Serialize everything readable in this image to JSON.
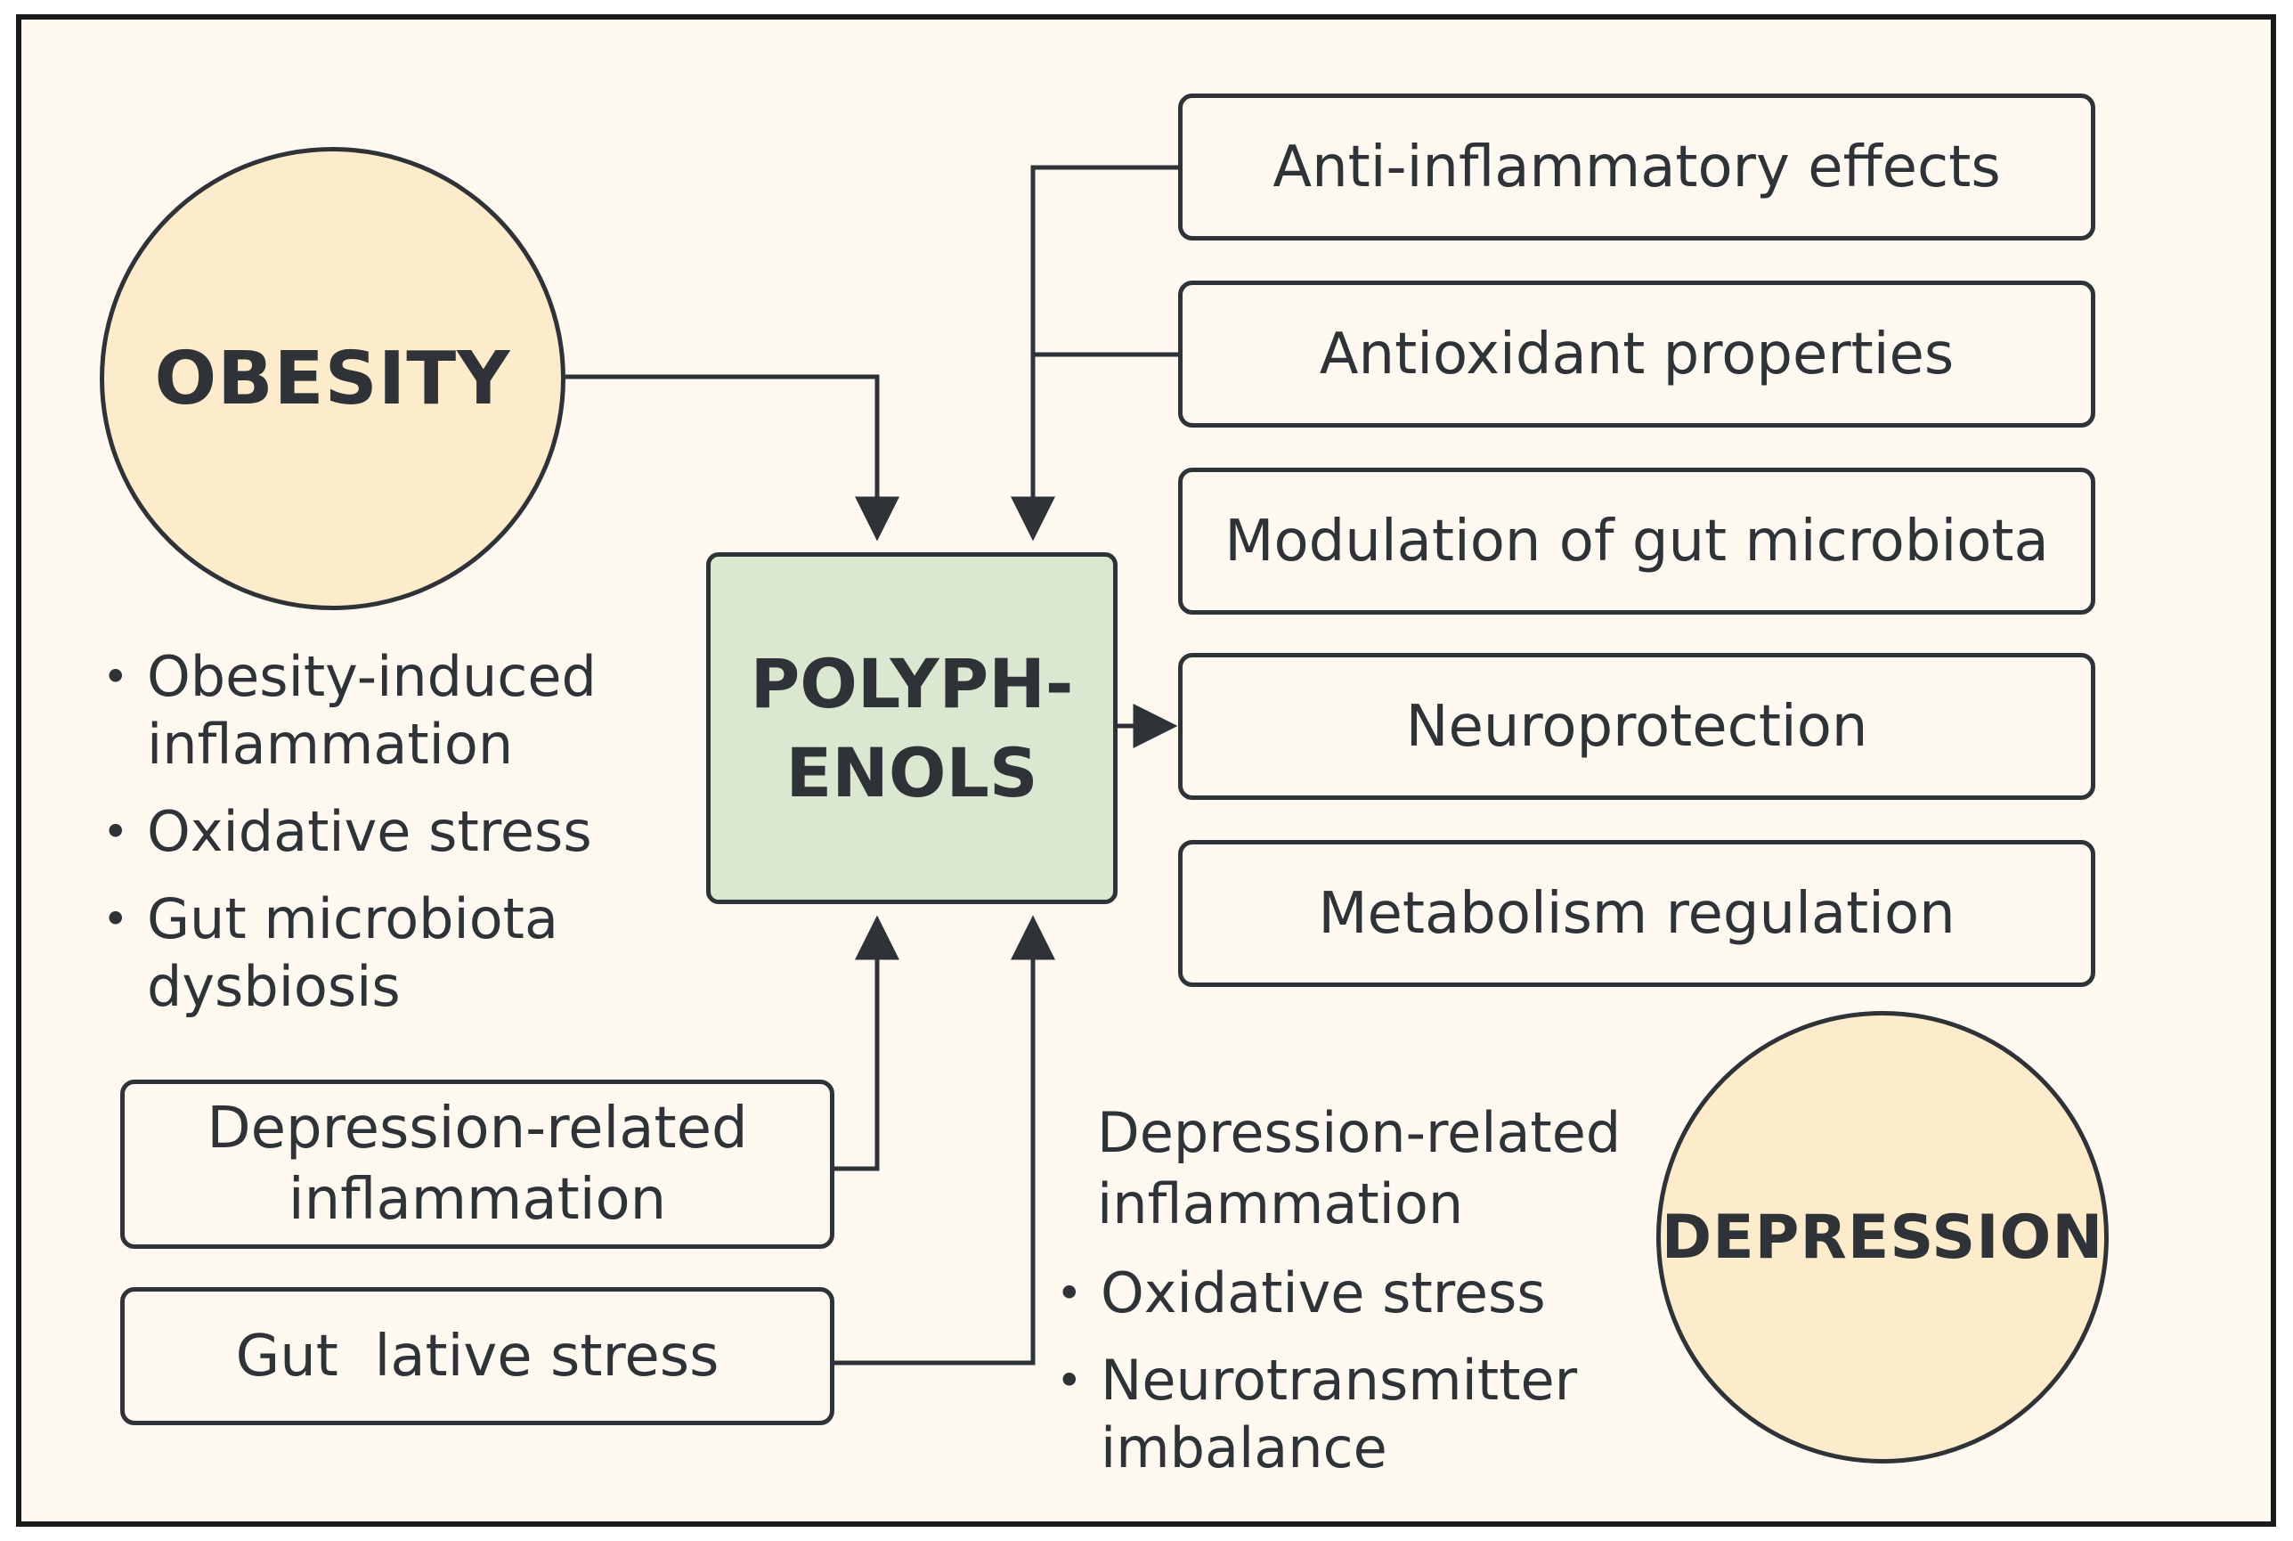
{
  "obesity": {
    "title": "OBESITY",
    "factors": [
      [
        "Obesity-induced",
        "inflammation"
      ],
      [
        "Oxidative stress"
      ],
      [
        "Gut microbiota",
        "dysbiosis"
      ]
    ]
  },
  "central": {
    "line1": "POLYPH-",
    "line2": "ENOLS"
  },
  "effects": [
    "Anti-inflammatory effects",
    "Antioxidant properties",
    "Modulation of gut microbiota",
    "Neuroprotection",
    "Metabolism regulation"
  ],
  "left_boxes": {
    "depression_inflammation": [
      "Depression-related",
      "inflammation"
    ],
    "gut_stress": "Gut  lative stress"
  },
  "depression": {
    "title": "DEPRESSION",
    "heading": [
      "Depression-related",
      "inflammation"
    ],
    "factors": [
      [
        "Oxidative stress"
      ],
      [
        "Neurotransmitter",
        "imbalance"
      ]
    ]
  },
  "colors": {
    "background": "#fdf9f1",
    "circle_fill": "#fdeccb",
    "central_fill": "#dbe8d1",
    "stroke": "#2f3337"
  }
}
